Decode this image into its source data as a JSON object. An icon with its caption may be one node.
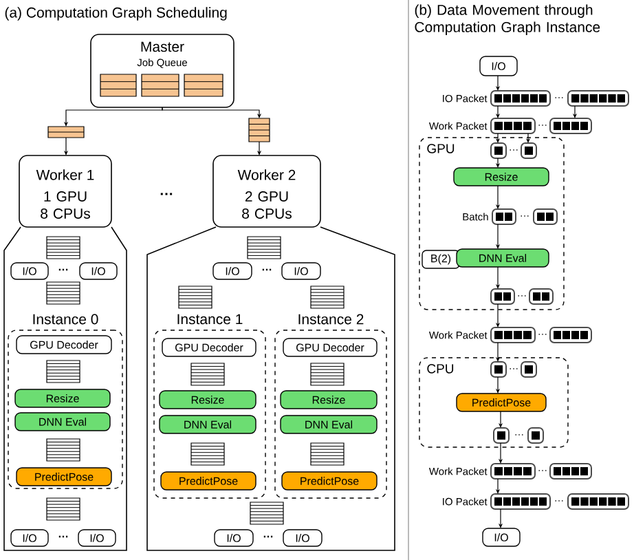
{
  "diagram": {
    "nodes": [
      {
        "text": [
          "Master",
          "Job Queue"
        ]
      },
      {
        "text": [],
        "shape": "box"
      },
      {
        "text": [],
        "shape": "box"
      },
      {
        "text": [
          "Worker 1",
          "1 GPU 8 CPUs"
        ]
      },
      {
        "text": [
          "Worker 2",
          "2 GPU 8 CPUs"
        ]
      },
      {
        "text": [],
        "shape": "box"
      },
      {
        "text": [
          "I/O"
        ],
        "in": 5
      },
      {
        "text": [
          "I/O"
        ],
        "in": 5
      },
      {
        "text": [
          "Instance 0"
        ],
        "in": 5
      },
      {
        "text": [
          "GPU Decoder"
        ],
        "in": 8
      },
      {
        "text": [
          "Resize"
        ],
        "in": 8
      },
      {
        "text": [
          "DNN Eval"
        ],
        "in": 8
      },
      {
        "text": [
          "PredictPose"
        ],
        "in": 8
      },
      {
        "text": [
          "I/O"
        ],
        "in": 5
      },
      {
        "text": [
          "I/O"
        ],
        "in": 5
      },
      {
        "text": [],
        "shape": "box"
      },
      {
        "text": [
          "I/O"
        ],
        "in": 15
      },
      {
        "text": [
          "I/O"
        ],
        "in": 15
      },
      {
        "text": [
          "Instance 1"
        ],
        "in": 15
      },
      {
        "text": [
          "GPU Decoder"
        ],
        "in": 18
      },
      {
        "text": [
          "Resize"
        ],
        "in": 18
      },
      {
        "text": [
          "DNN Eval"
        ],
        "in": 18
      },
      {
        "text": [
          "PredictPose"
        ],
        "in": 18
      },
      {
        "text": [
          "Instance 2"
        ],
        "in": 15
      },
      {
        "text": [
          "GPU Decoder"
        ],
        "in": 23
      },
      {
        "text": [
          "Resize"
        ],
        "in": 23
      },
      {
        "text": [
          "DNN Eval"
        ],
        "in": 23
      },
      {
        "text": [
          "PredictPose"
        ],
        "in": 23
      },
      {
        "text": [
          "I/O"
        ],
        "in": 15
      },
      {
        "text": [
          "I/O"
        ],
        "in": 15
      },
      {
        "text": [
          "I/O"
        ]
      },
      {
        "text": [],
        "shape": "bar",
        "beside": [
          "IO Packet"
        ]
      },
      {
        "text": [],
        "shape": "bar"
      },
      {
        "text": [],
        "shape": "bar",
        "beside": [
          "Work Packet"
        ]
      },
      {
        "text": [],
        "shape": "bar"
      },
      {
        "text": [
          "GPU"
        ]
      },
      {
        "text": [],
        "shape": "bar",
        "in": 35
      },
      {
        "text": [],
        "shape": "bar",
        "in": 35
      },
      {
        "text": [
          "Resize"
        ],
        "in": 35
      },
      {
        "text": [],
        "shape": "bar",
        "in": 35,
        "beside": [
          "Batch"
        ]
      },
      {
        "text": [],
        "shape": "bar",
        "in": 35
      },
      {
        "text": [
          "B(2)"
        ],
        "in": 35
      },
      {
        "text": [
          "DNN Eval"
        ],
        "in": 35
      },
      {
        "text": [],
        "shape": "bar",
        "in": 35
      },
      {
        "text": [],
        "shape": "bar",
        "in": 35
      },
      {
        "text": [],
        "shape": "bar",
        "beside": [
          "Work Packet"
        ]
      },
      {
        "text": [],
        "shape": "bar"
      },
      {
        "text": [
          "CPU"
        ]
      },
      {
        "text": [],
        "shape": "bar",
        "in": 47
      },
      {
        "text": [],
        "shape": "bar",
        "in": 47
      },
      {
        "text": [
          "PredictPose"
        ],
        "in": 47
      },
      {
        "text": [],
        "shape": "bar",
        "in": 47
      },
      {
        "text": [],
        "shape": "bar",
        "in": 47
      },
      {
        "text": [],
        "shape": "bar",
        "beside": [
          "Work Packet"
        ]
      },
      {
        "text": [],
        "shape": "bar"
      },
      {
        "text": [],
        "shape": "bar",
        "beside": [
          "IO Packet"
        ]
      },
      {
        "text": [],
        "shape": "bar"
      },
      {
        "text": [
          "I/O"
        ]
      }
    ],
    "edges": [
      {
        "from": 0,
        "to": 1,
        "arrow": "to"
      },
      {
        "from": 0,
        "to": 2,
        "arrow": "to"
      },
      {
        "from": 1,
        "to": 3,
        "arrow": "to"
      },
      {
        "from": 2,
        "to": 4,
        "arrow": "to"
      },
      {
        "from": 30,
        "to": 31,
        "arrow": "to"
      },
      {
        "from": 31,
        "to": 33,
        "arrow": "to"
      },
      {
        "from": 32,
        "to": 34,
        "arrow": "to"
      },
      {
        "from": 33,
        "to": 36,
        "arrow": "to"
      },
      {
        "from": 33,
        "to": 37,
        "arrow": "to"
      },
      {
        "from": 36,
        "to": 38,
        "arrow": "to"
      },
      {
        "from": 38,
        "to": 39,
        "arrow": "to"
      },
      {
        "from": 39,
        "to": 42,
        "arrow": "to"
      },
      {
        "from": 42,
        "to": 43,
        "arrow": "to"
      },
      {
        "from": 43,
        "to": 45,
        "arrow": "to"
      },
      {
        "from": 45,
        "to": 48,
        "arrow": "to"
      },
      {
        "from": 48,
        "to": 50,
        "arrow": "to"
      },
      {
        "from": 50,
        "to": 51,
        "arrow": "to"
      },
      {
        "from": 51,
        "to": 53,
        "arrow": "to"
      },
      {
        "from": 53,
        "to": 55,
        "arrow": "to"
      },
      {
        "from": 55,
        "to": 57,
        "arrow": "to"
      }
    ],
    "labels": [
      "(a) Computation Graph Scheduling",
      "(b) Data Movement through Computation Graph Instance",
      "…",
      "…",
      "…",
      "…",
      "…",
      "…",
      "…",
      "…",
      "…",
      "…",
      "…",
      "…",
      "…",
      "…",
      "…"
    ]
  }
}
